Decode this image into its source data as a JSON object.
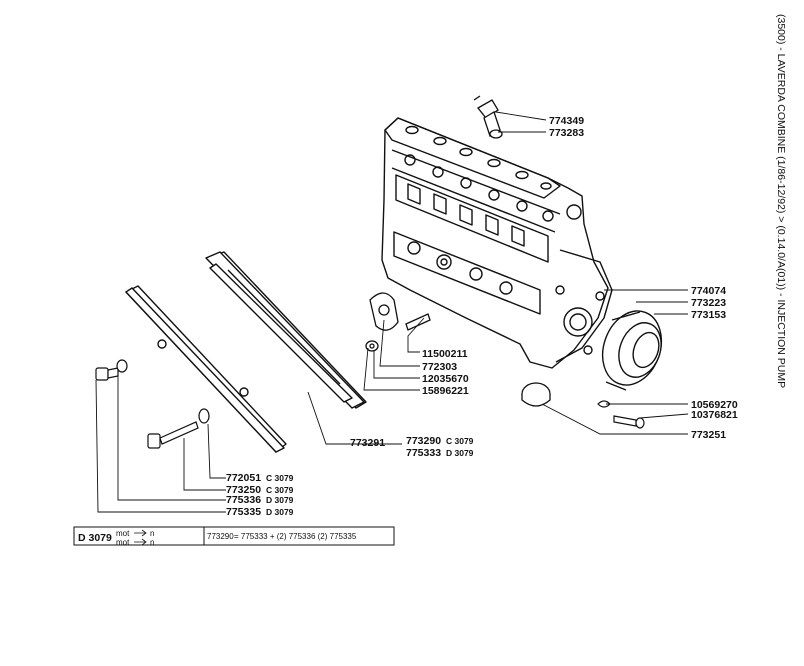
{
  "side_caption": "(3500) - LAVERDA COMBINE (1/86-12/92) > (0.14.0/A(01)) - INJECTION PUMP",
  "callouts": {
    "p774349": "774349",
    "p773283": "773283",
    "p774074": "774074",
    "p773223": "773223",
    "p773153": "773153",
    "p11500211": "11500211",
    "p772303": "772303",
    "p12035670": "12035670",
    "p15896221": "15896221",
    "p10569270": "10569270",
    "p10376821": "10376821",
    "p773251": "773251",
    "p773291": "773291",
    "p773290": "773290",
    "p773290_code": "C 3079",
    "p775333": "775333",
    "p775333_code": "D 3079",
    "p772051": "772051",
    "p772051_code": "C 3079",
    "p773250": "773250",
    "p773250_code": "C 3079",
    "p775336": "775336",
    "p775336_code": "D 3079",
    "p775335": "775335",
    "p775335_code": "D 3079"
  },
  "legend": {
    "code": "D 3079",
    "mot_label": "mot",
    "arrow_label": "n",
    "formula_part": "773290",
    "formula_rest": "= 775333 + (2) 775336 (2) 775335"
  }
}
